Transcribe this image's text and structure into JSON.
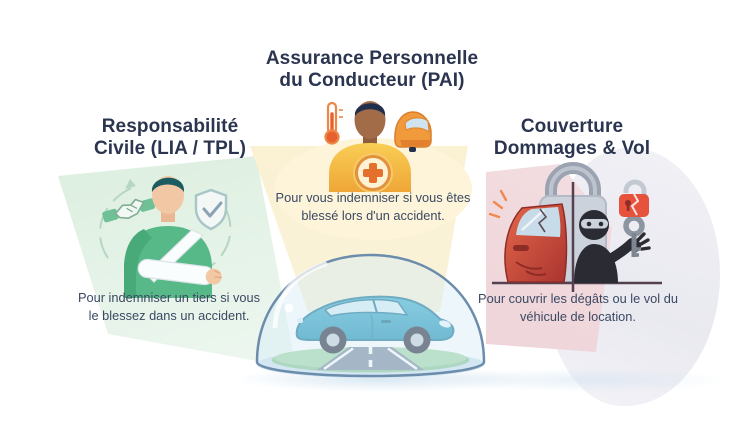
{
  "infographic": {
    "language": "fr",
    "topic": "car rental insurance coverages"
  },
  "sections": {
    "liability": {
      "title_line1": "Responsabilité",
      "title_line2": "Civile (LIA / TPL)",
      "description": "Pour indemniser un tiers si vous le blessez dans un accident.",
      "wedge_color": "#d4ebd7",
      "icons": [
        "handshake-icon",
        "injured-driver-figure",
        "shield-check-icon",
        "rotation-arrows-icon"
      ]
    },
    "personal_accident": {
      "title_line1": "Assurance Personnelle",
      "title_line2": "du Conducteur (PAI)",
      "description": "Pour vous indemniser si vous êtes blessé lors d'un accident.",
      "wedge_color": "#fbf0ce",
      "icons": [
        "thermometer-icon",
        "driver-figure",
        "medical-cross-badge-icon",
        "helmet-icon"
      ]
    },
    "damage_theft": {
      "title_line1": "Couverture",
      "title_line2": "Dommages & Vol",
      "description": "Pour couvrir les dégâts ou le vol du véhicule de location.",
      "wedge_color": "#efd6da",
      "icons": [
        "padlock-icon",
        "damaged-car-door-icon",
        "thief-figure",
        "broken-padlock-icon",
        "key-icon",
        "spark-lines-icon"
      ]
    }
  },
  "center_graphic": {
    "name": "car-under-protective-dome",
    "elements": [
      "protective-dome",
      "teal-car",
      "road",
      "grass"
    ],
    "car_color": "#2ba4c6",
    "dome_outline_color": "#6b8cab"
  },
  "colors": {
    "title_text": "#2b3550",
    "body_text": "#3b4963",
    "green_accent": "#56b987",
    "yellow_accent": "#f2b440",
    "red_accent": "#d9503a",
    "background": "#ffffff"
  }
}
